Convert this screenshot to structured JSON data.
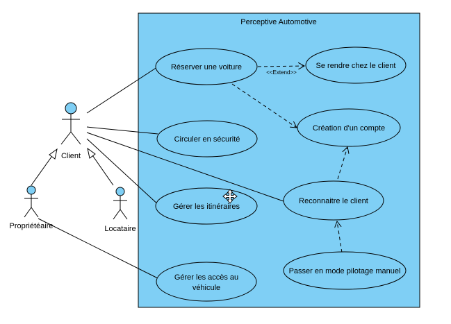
{
  "system": {
    "title": "Perceptive Automotive",
    "fill": "#7fcff5"
  },
  "actors": {
    "client": "Client",
    "proprietaire": "Propriétéaire",
    "locataire": "Locataire"
  },
  "use_cases": {
    "reserver": "Réserver une voiture",
    "rendre": "Se rendre chez le client",
    "creation": "Création d'un compte",
    "circuler": "Circuler en sécurité",
    "gerer_itineraires": "Gérer les itinéraires",
    "reconnaitre": "Reconnaitre le client",
    "pilotage": "Passer en mode pilotage manuel",
    "acces_line1": "Gérer les accès au",
    "acces_line2": "véhicule"
  },
  "relations": {
    "extend_label": "<<Extend>>"
  },
  "colors": {
    "line": "#000000",
    "actor_head": "#7fcff5",
    "ellipse": "#7fcff5"
  }
}
